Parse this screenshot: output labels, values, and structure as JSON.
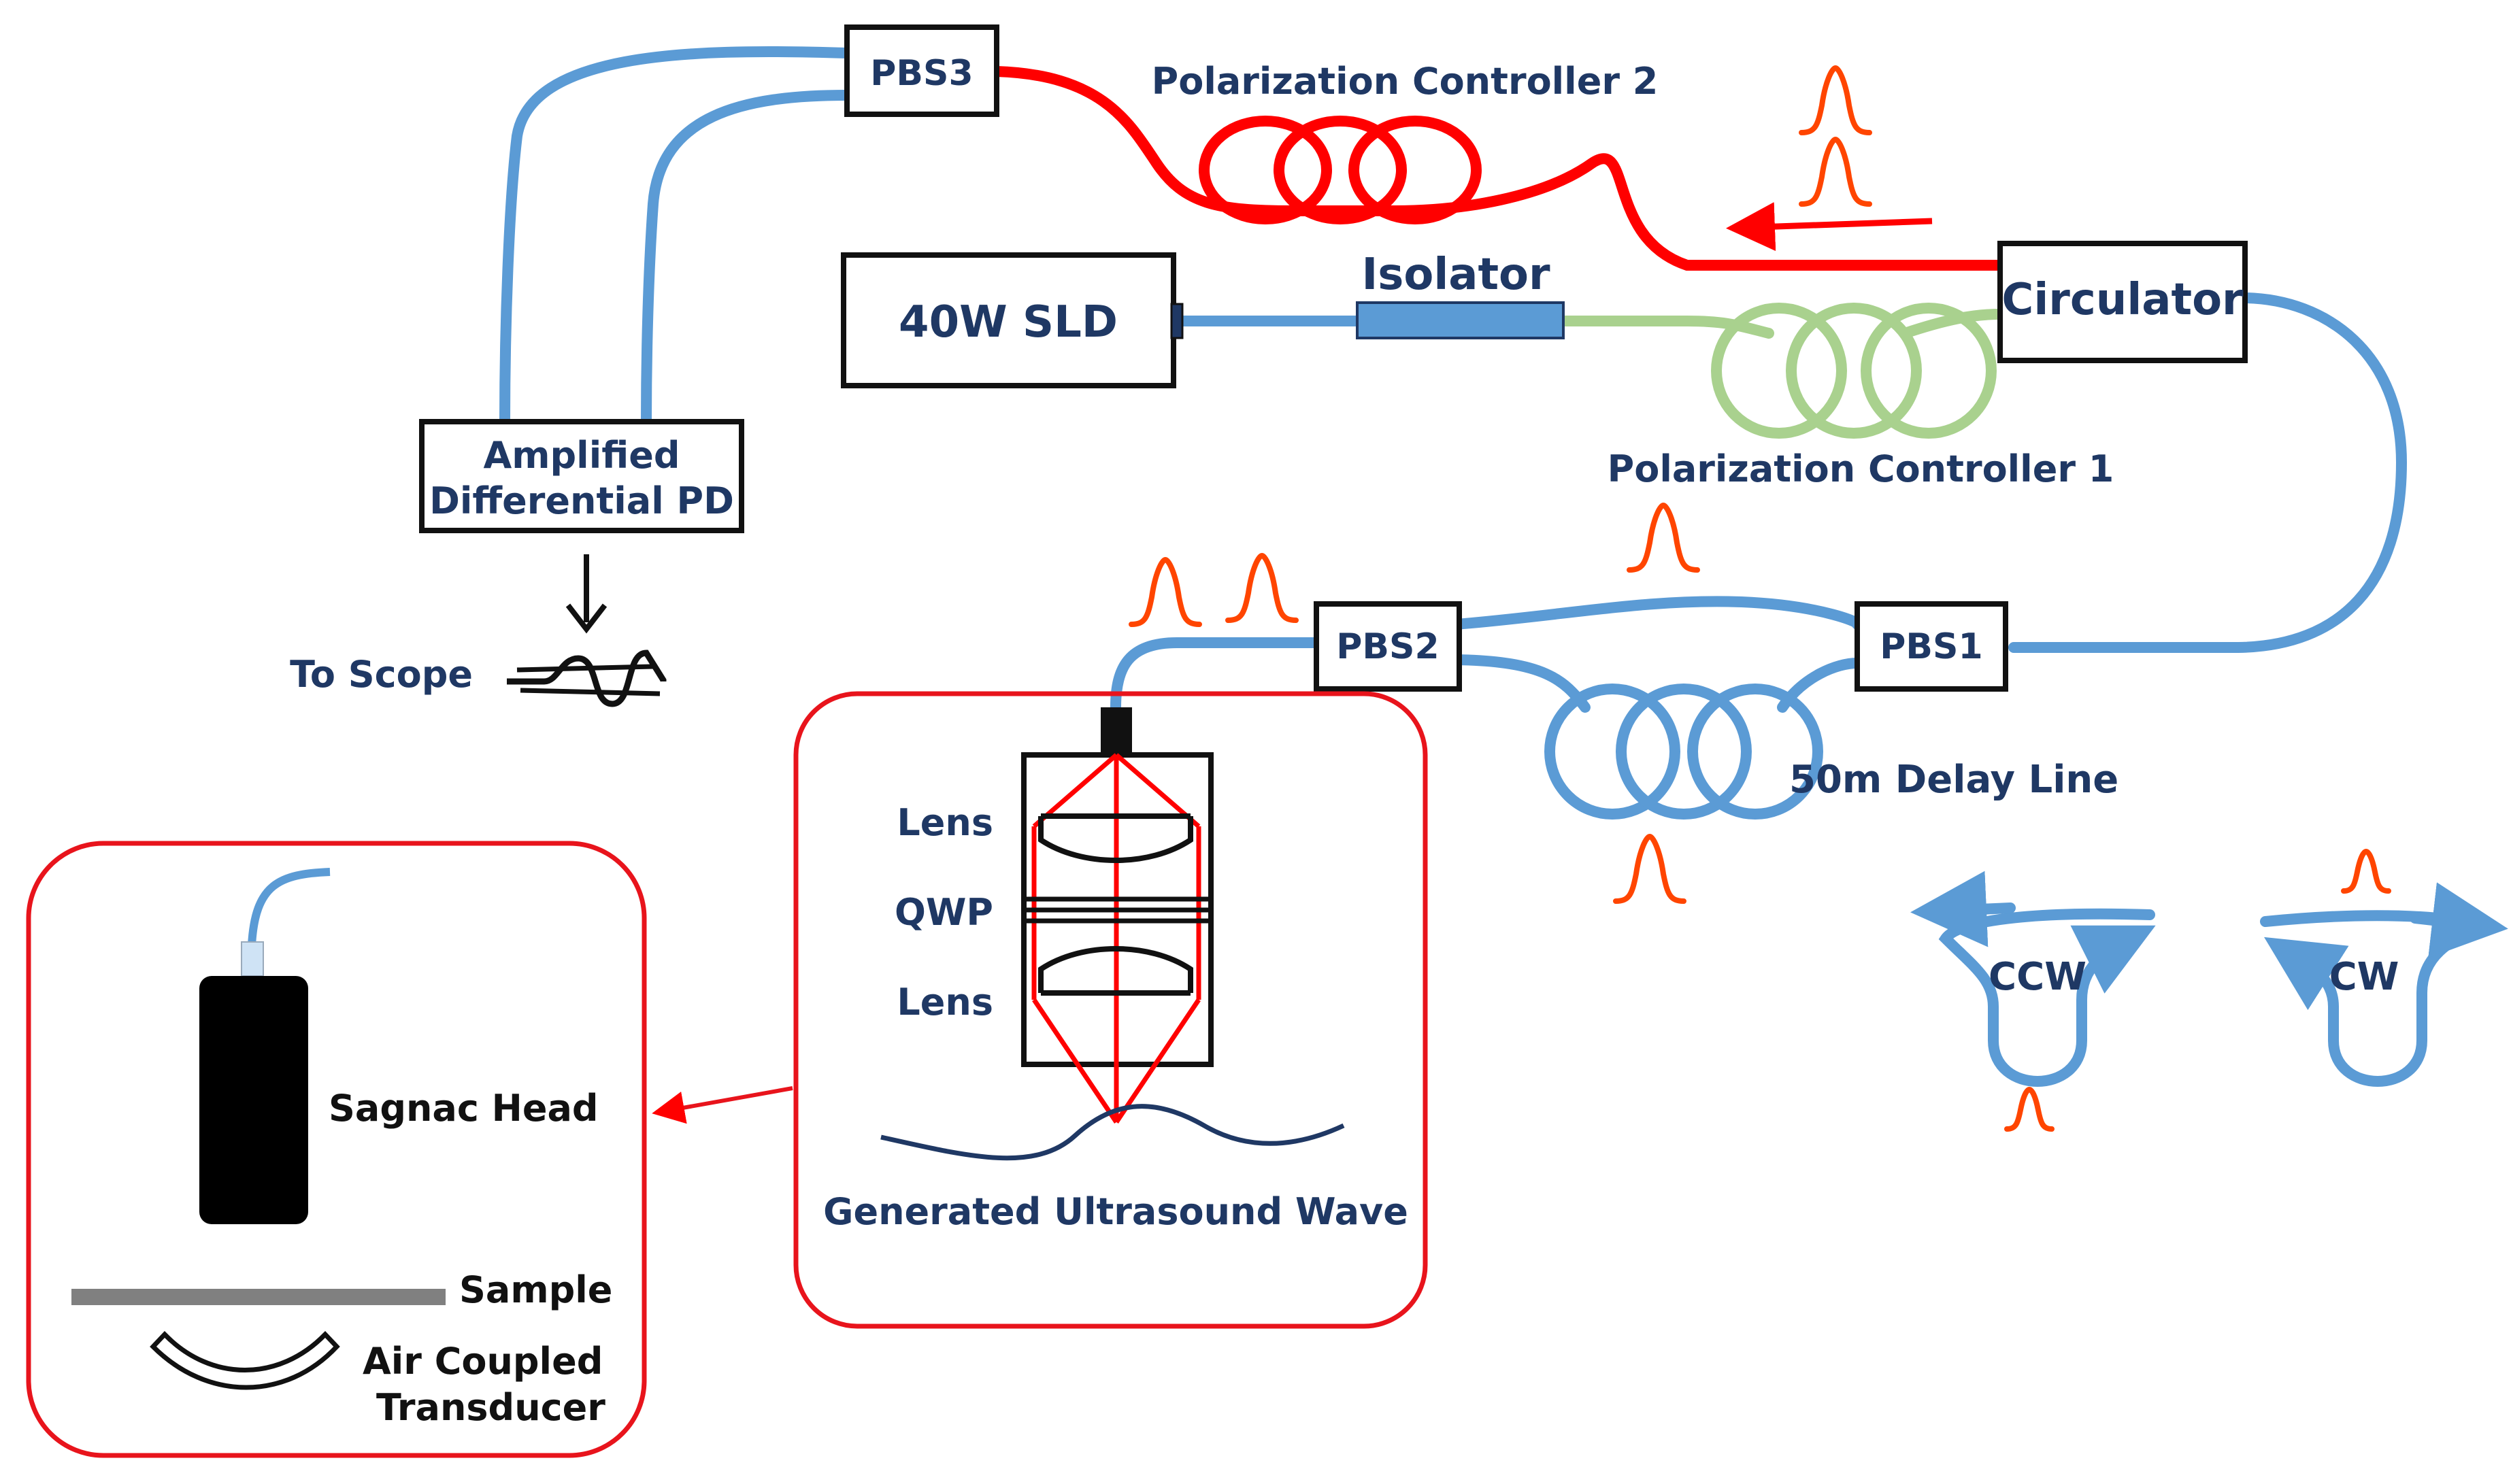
{
  "components": {
    "pbs3": "PBS3",
    "pbs2": "PBS2",
    "pbs1": "PBS1",
    "sld": "40W SLD",
    "isolator": "Isolator",
    "circulator": "Circulator",
    "pd_line1": "Amplified",
    "pd_line2": "Differential PD"
  },
  "labels": {
    "pc2": "Polarization Controller 2",
    "pc1": "Polarization Controller 1",
    "delay_line": "50m Delay Line",
    "to_scope": "To Scope",
    "lens_top": "Lens",
    "qwp": "QWP",
    "lens_bottom": "Lens",
    "ultrasound": "Generated Ultrasound Wave",
    "sagnac_head": "Sagnac Head",
    "sample": "Sample",
    "transducer_line1": "Air Coupled",
    "transducer_line2": "Transducer",
    "ccw": "CCW",
    "cw": "CW"
  },
  "colors": {
    "fiber_blue": "#5b9bd5",
    "fiber_red": "#ff0000",
    "fiber_green": "#a9d18e",
    "pulse_orange": "#ff4500",
    "label_navy": "#1f3864",
    "inset_border": "#e8141c"
  }
}
